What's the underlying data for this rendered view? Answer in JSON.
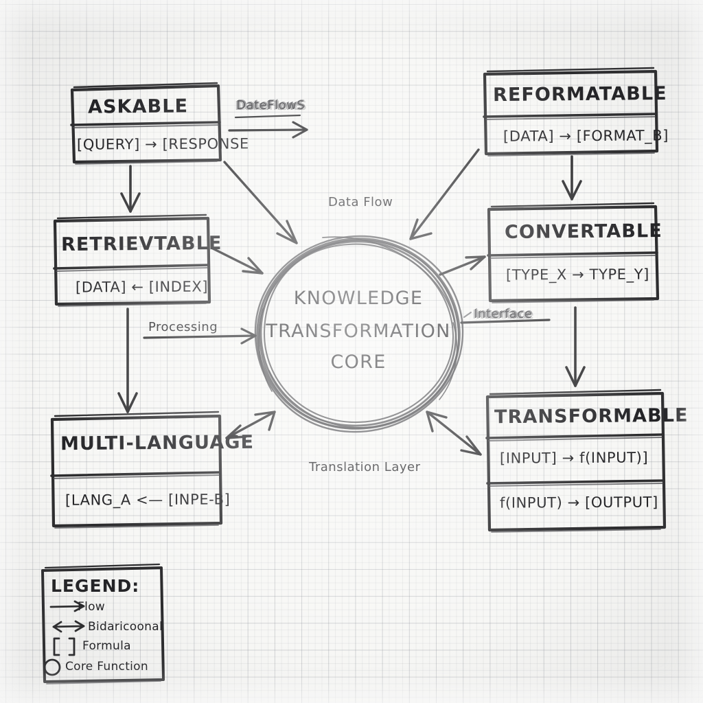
{
  "diagram": {
    "title": "Knowledge Transformation Core",
    "medium": "pencil sketch on graph paper",
    "core": {
      "name": "core-node",
      "lines": [
        "KNOWLEDGE",
        "TRANSFORMATION",
        "CORE"
      ]
    },
    "boxes": [
      {
        "id": "askable",
        "title": "ASKABLE",
        "rows": [
          "[QUERY] → [RESPONSE"
        ]
      },
      {
        "id": "retrievtable",
        "title": "RETRIEVTABLE",
        "rows": [
          "[DATA] ← [INDEX]"
        ]
      },
      {
        "id": "multi-language",
        "title": "MULTI-LANGUAGE",
        "rows": [
          "[LANG_A <— [INPE-B]"
        ]
      },
      {
        "id": "reformatable",
        "title": "REFORMATABLE",
        "rows": [
          "[DATA] → [FORMAT_B]"
        ]
      },
      {
        "id": "convertable",
        "title": "CONVERTABLE",
        "rows": [
          "[TYPE_X → TYPE_Y]"
        ]
      },
      {
        "id": "transformable",
        "title": "TRANSFORMABLE",
        "rows": [
          "[INPUT] → f(INPUT)]",
          "f(INPUT) → [OUTPUT]"
        ]
      }
    ],
    "edge_labels": [
      {
        "id": "data-flow-smudged",
        "text": "DateFlowS",
        "smudged": true
      },
      {
        "id": "data-flow",
        "text": "Data Flow",
        "smudged": false
      },
      {
        "id": "processing",
        "text": "Processing",
        "smudged": false
      },
      {
        "id": "interface-smudged",
        "text": "Interface",
        "smudged": true
      },
      {
        "id": "translation-layer",
        "text": "Translation Layer",
        "smudged": false
      }
    ],
    "legend": {
      "title": "LEGEND:",
      "items": [
        {
          "glyph": "⟶",
          "label": "Flow"
        },
        {
          "glyph": "<–>",
          "label": "Bidaricoonal"
        },
        {
          "glyph": "[ ]",
          "label": "Formula"
        },
        {
          "glyph": "O",
          "label": "Core Function"
        }
      ]
    },
    "colors": {
      "paper": "#f7f7f5",
      "grid": "#787d87",
      "pencil": "#2c2c2e"
    }
  }
}
